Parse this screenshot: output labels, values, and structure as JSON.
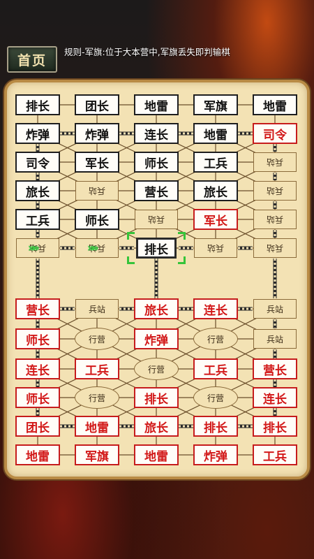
{
  "header": {
    "home_label": "首页",
    "rule_text": "规则-军旗:位于大本营中,军旗丢失即判输棋"
  },
  "labels": {
    "station": "兵站",
    "camp": "行营"
  },
  "colors": {
    "red": "#d21818",
    "black": "#111111",
    "board": "#f3e2b4",
    "frame": "#b98b45",
    "highlight": "#35c43a"
  },
  "board": {
    "rows": [
      [
        {
          "t": "piece",
          "text": "排长",
          "side": "black"
        },
        {
          "t": "piece",
          "text": "团长",
          "side": "black"
        },
        {
          "t": "piece",
          "text": "地雷",
          "side": "black"
        },
        {
          "t": "piece",
          "text": "军旗",
          "side": "black"
        },
        {
          "t": "piece",
          "text": "地雷",
          "side": "black"
        }
      ],
      [
        {
          "t": "piece",
          "text": "炸弹",
          "side": "black"
        },
        {
          "t": "piece",
          "text": "炸弹",
          "side": "black"
        },
        {
          "t": "piece",
          "text": "连长",
          "side": "black"
        },
        {
          "t": "piece",
          "text": "地雷",
          "side": "black"
        },
        {
          "t": "piece",
          "text": "司令",
          "side": "red"
        }
      ],
      [
        {
          "t": "piece",
          "text": "司令",
          "side": "black"
        },
        {
          "t": "piece",
          "text": "军长",
          "side": "black"
        },
        {
          "t": "piece",
          "text": "师长",
          "side": "black"
        },
        {
          "t": "piece",
          "text": "工兵",
          "side": "black"
        },
        {
          "t": "station",
          "flip": true
        }
      ],
      [
        {
          "t": "piece",
          "text": "旅长",
          "side": "black"
        },
        {
          "t": "station",
          "flip": true
        },
        {
          "t": "piece",
          "text": "营长",
          "side": "black"
        },
        {
          "t": "piece",
          "text": "旅长",
          "side": "black"
        },
        {
          "t": "station",
          "flip": true
        }
      ],
      [
        {
          "t": "piece",
          "text": "工兵",
          "side": "black"
        },
        {
          "t": "piece",
          "text": "师长",
          "side": "black"
        },
        {
          "t": "station",
          "flip": true
        },
        {
          "t": "piece",
          "text": "军长",
          "side": "red"
        },
        {
          "t": "station",
          "flip": true
        }
      ],
      [
        {
          "t": "station",
          "flip": true,
          "marker": true
        },
        {
          "t": "station",
          "flip": true,
          "marker": true
        },
        {
          "t": "piece",
          "text": "排长",
          "side": "black",
          "selected": true
        },
        {
          "t": "station",
          "flip": true
        },
        {
          "t": "station",
          "flip": true
        }
      ],
      [
        {
          "t": "piece",
          "text": "营长",
          "side": "red"
        },
        {
          "t": "station"
        },
        {
          "t": "piece",
          "text": "旅长",
          "side": "red"
        },
        {
          "t": "piece",
          "text": "连长",
          "side": "red"
        },
        {
          "t": "station"
        }
      ],
      [
        {
          "t": "piece",
          "text": "师长",
          "side": "red"
        },
        {
          "t": "camp"
        },
        {
          "t": "piece",
          "text": "炸弹",
          "side": "red"
        },
        {
          "t": "camp"
        },
        {
          "t": "station"
        }
      ],
      [
        {
          "t": "piece",
          "text": "连长",
          "side": "red"
        },
        {
          "t": "piece",
          "text": "工兵",
          "side": "red"
        },
        {
          "t": "camp"
        },
        {
          "t": "piece",
          "text": "工兵",
          "side": "red"
        },
        {
          "t": "piece",
          "text": "营长",
          "side": "red"
        }
      ],
      [
        {
          "t": "piece",
          "text": "师长",
          "side": "red"
        },
        {
          "t": "camp"
        },
        {
          "t": "piece",
          "text": "排长",
          "side": "red"
        },
        {
          "t": "camp"
        },
        {
          "t": "piece",
          "text": "连长",
          "side": "red"
        }
      ],
      [
        {
          "t": "piece",
          "text": "团长",
          "side": "red"
        },
        {
          "t": "piece",
          "text": "地雷",
          "side": "red"
        },
        {
          "t": "piece",
          "text": "旅长",
          "side": "red"
        },
        {
          "t": "piece",
          "text": "排长",
          "side": "red"
        },
        {
          "t": "piece",
          "text": "排长",
          "side": "red"
        }
      ],
      [
        {
          "t": "piece",
          "text": "地雷",
          "side": "red"
        },
        {
          "t": "piece",
          "text": "军旗",
          "side": "red"
        },
        {
          "t": "piece",
          "text": "地雷",
          "side": "red"
        },
        {
          "t": "piece",
          "text": "炸弹",
          "side": "red"
        },
        {
          "t": "piece",
          "text": "工兵",
          "side": "red"
        }
      ]
    ]
  }
}
